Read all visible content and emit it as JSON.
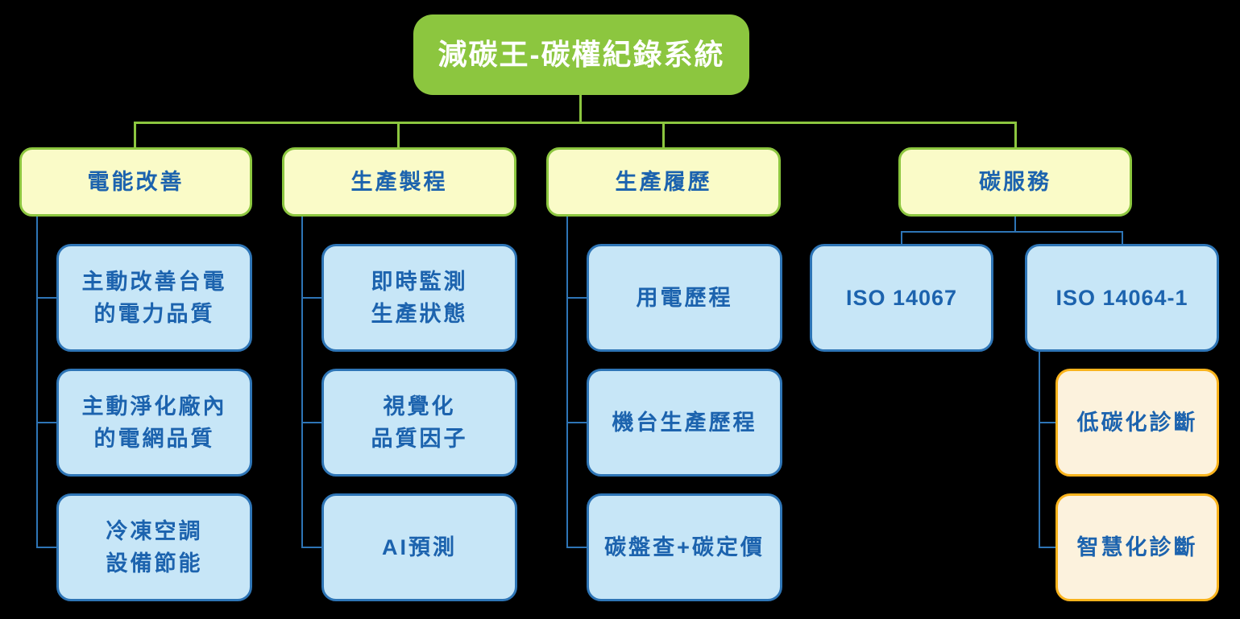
{
  "title": "減碳王-碳權紀錄系統",
  "colors": {
    "background": "#000000",
    "root_fill": "#8CC63F",
    "root_text": "#FFFFFF",
    "branch_fill": "#FAFBC8",
    "branch_border": "#8CC63F",
    "leaf_fill": "#C7E6F7",
    "leaf_border": "#2E75B6",
    "leaf_text": "#1C63AE",
    "diagnosis_fill": "#FCF2DD",
    "diagnosis_border": "#F9B31C",
    "connector_green": "#8CC63F",
    "connector_blue": "#2E75B6"
  },
  "columns": [
    {
      "header": "電能改善",
      "children": [
        "主動改善台電\n的電力品質",
        "主動淨化廠內\n的電網品質",
        "冷凍空調\n設備節能"
      ]
    },
    {
      "header": "生產製程",
      "children": [
        "即時監測\n生產狀態",
        "視覺化\n品質因子",
        "AI預測"
      ]
    },
    {
      "header": "生產履歷",
      "children": [
        "用電歷程",
        "機台生產歷程",
        "碳盤查+碳定價"
      ]
    },
    {
      "header": "碳服務",
      "children": [
        "ISO 14067",
        "ISO 14064-1"
      ],
      "subchildren": [
        "低碳化診斷",
        "智慧化診斷"
      ]
    }
  ]
}
